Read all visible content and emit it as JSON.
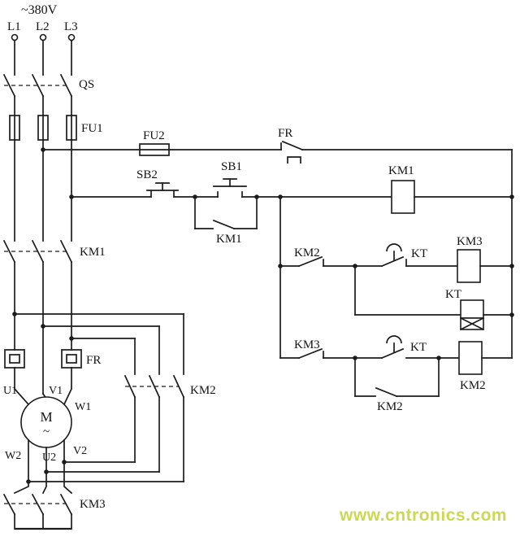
{
  "diagram": {
    "supply_label": "~380V",
    "phases": [
      "L1",
      "L2",
      "L3"
    ],
    "labels": {
      "qs": "QS",
      "fu1": "FU1",
      "fu2": "FU2",
      "fr_contact": "FR",
      "fr_heater": "FR",
      "sb2": "SB2",
      "sb1": "SB1",
      "km1_main": "KM1",
      "km1_aux": "KM1",
      "km1_coil": "KM1",
      "km2_nc": "KM2",
      "km2_main": "KM2",
      "km2_coil": "KM2",
      "km2_aux": "KM2",
      "km3_nc": "KM3",
      "km3_main": "KM3",
      "km3_coil": "KM3",
      "kt_contact_upper": "KT",
      "kt_coil": "KT",
      "kt_contact_lower": "KT",
      "motor": "M",
      "motor_tilde": "~"
    },
    "motor_terminals": {
      "u1": "U1",
      "v1": "V1",
      "w1": "W1",
      "w2": "W2",
      "u2": "U2",
      "v2": "V2"
    },
    "watermark": "www.cntronics.com",
    "colors": {
      "line": "#1c1c1c",
      "watermark": "#c6d440"
    }
  }
}
